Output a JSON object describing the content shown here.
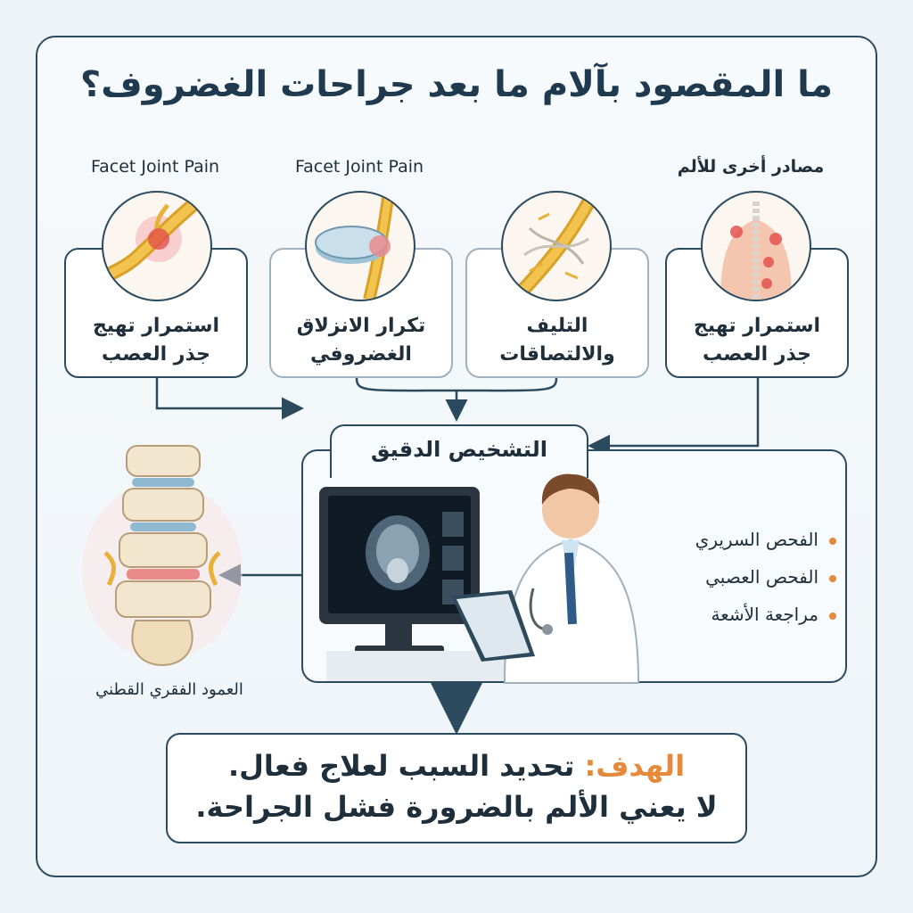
{
  "title": "ما المقصود بآلام ما بعد جراحات الغضروف؟",
  "top_labels": [
    "Facet Joint Pain",
    "Facet Joint Pain",
    "مصادر أخرى للألم"
  ],
  "cards": [
    {
      "line1": "استمرار تهيج",
      "line2": "جذر العصب",
      "icon": "nerve-root-icon"
    },
    {
      "line1": "تكرار الانزلاق",
      "line2": "الغضروفي",
      "icon": "disc-herniation-icon"
    },
    {
      "line1": "التليف",
      "line2": "والالتصاقات",
      "icon": "fibrosis-icon"
    },
    {
      "line1": "استمرار تهيج",
      "line2": "جذر العصب",
      "icon": "back-pain-points-icon"
    }
  ],
  "diagnosis": {
    "title": "التشخيص الدقيق",
    "items": [
      "الفحص السريري",
      "الفحص العصبي",
      "مراجعة الأشعة"
    ],
    "illustration": [
      "doctor-icon",
      "mri-monitor-icon"
    ]
  },
  "spine": {
    "label": "العمود الفقري القطني",
    "icon": "lumbar-spine-icon"
  },
  "goal": {
    "label": "الهدف:",
    "line1_rest": "تحديد السبب لعلاج فعال.",
    "line2": "لا يعني الألم بالضرورة فشل الجراحة."
  },
  "colors": {
    "frame": "#2c4a5e",
    "accent": "#e58a3a",
    "inflammation": "#e24a4a",
    "nerve": "#e8b23a"
  }
}
